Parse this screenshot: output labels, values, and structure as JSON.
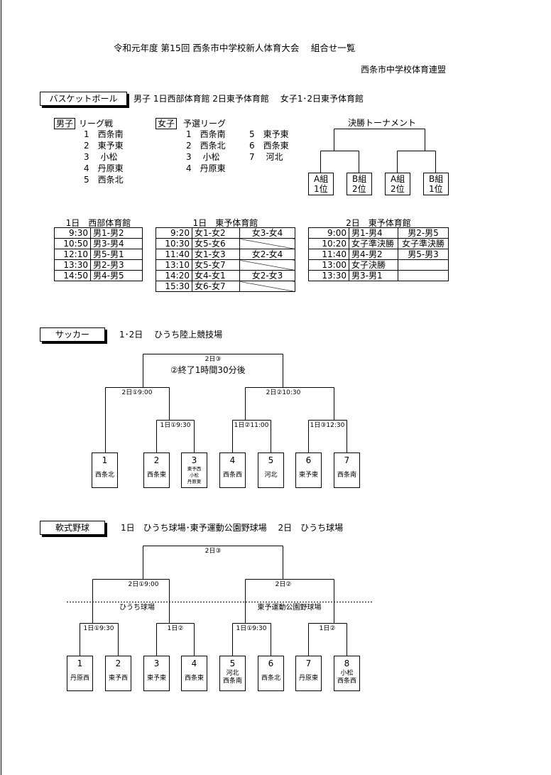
{
  "header": {
    "title": "令和元年度 第15回 西条市中学校新人体育大会　 組合せ一覧",
    "org": "西条市中学校体育連盟"
  },
  "basketball": {
    "label": "バスケットボール",
    "venue": "男子 1日西部体育館 2日東予体育館　 女子1･2日東予体育館",
    "boys_tag": "男子",
    "boys_title": "リーグ戦",
    "boys": [
      "1　西条南",
      "2　東予東",
      "3　 小松",
      "4　丹原東",
      "5　西条北"
    ],
    "girls_tag": "女子",
    "girls_title": "予選リーグ",
    "girls_col1": [
      "1　西条南",
      "2　西条北",
      "3　 小松",
      "4　丹原東"
    ],
    "girls_col2": [
      "5　東予東",
      "6　西条東",
      "7　 河北"
    ],
    "final_title": "決勝トーナメント",
    "final_boxes": [
      [
        "A組",
        "1位"
      ],
      [
        "B組",
        "2位"
      ],
      [
        "A組",
        "2位"
      ],
      [
        "B組",
        "1位"
      ]
    ],
    "sched1": {
      "caption": "1日　西部体育館",
      "rows": [
        [
          "9:30",
          "男1-男2"
        ],
        [
          "10:50",
          "男3-男4"
        ],
        [
          "12:10",
          "男5-男1"
        ],
        [
          "13:30",
          "男2-男3"
        ],
        [
          "14:50",
          "男4-男5"
        ]
      ]
    },
    "sched2": {
      "caption": "1日　東予体育館",
      "rows": [
        [
          "9:20",
          "女1-女2",
          "女3-女4"
        ],
        [
          "10:30",
          "女5-女6",
          ""
        ],
        [
          "11:40",
          "女1-女3",
          "女2-女4"
        ],
        [
          "13:10",
          "女5-女7",
          ""
        ],
        [
          "14:20",
          "女4-女1",
          "女2-女3"
        ],
        [
          "15:30",
          "女6-女7",
          ""
        ]
      ]
    },
    "sched3": {
      "caption": "2日　東予体育館",
      "rows": [
        [
          "9:00",
          "男1-男4",
          "男2-男5"
        ],
        [
          "10:20",
          "女子準決勝",
          "女子準決勝"
        ],
        [
          "11:40",
          "男4-男2",
          "男5-男3"
        ],
        [
          "13:00",
          "女子決勝",
          ""
        ],
        [
          "13:30",
          "男3-男1",
          ""
        ]
      ]
    }
  },
  "soccer": {
    "label": "サッカー",
    "venue": "1･2日　 ひうち陸上競技場",
    "final_label": "2日③",
    "final_note": "②終了1時間30分後",
    "semi_left": "2日①9:00",
    "semi_right": "2日②10:30",
    "r1": [
      "1日①9:30",
      "1日②11:00",
      "1日③12:30"
    ],
    "teams": [
      {
        "n": "1",
        "name": "西条北"
      },
      {
        "n": "2",
        "name": "西条東"
      },
      {
        "n": "3",
        "name": "東予西\n小松\n丹原東"
      },
      {
        "n": "4",
        "name": "西条西"
      },
      {
        "n": "5",
        "name": "河北"
      },
      {
        "n": "6",
        "name": "東予東"
      },
      {
        "n": "7",
        "name": "西条南"
      }
    ]
  },
  "baseball": {
    "label": "軟式野球",
    "venue": "1日　ひうち球場･東予運動公園野球場　 2日　ひうち球場",
    "final_label": "2日③",
    "semi_left": "2日①9:00",
    "semi_right": "2日②",
    "ground_left": "ひうち球場",
    "ground_right": "東予運動公園野球場",
    "r1": [
      "1日①9:30",
      "1日②",
      "1日①9:30",
      "1日②"
    ],
    "teams": [
      {
        "n": "1",
        "name": "丹原西"
      },
      {
        "n": "2",
        "name": "東予西"
      },
      {
        "n": "3",
        "name": "東予東"
      },
      {
        "n": "4",
        "name": "西条東"
      },
      {
        "n": "5",
        "name": "河北\n西条南"
      },
      {
        "n": "6",
        "name": "西条北"
      },
      {
        "n": "7",
        "name": "丹原東"
      },
      {
        "n": "8",
        "name": "小松\n西条西"
      }
    ]
  }
}
